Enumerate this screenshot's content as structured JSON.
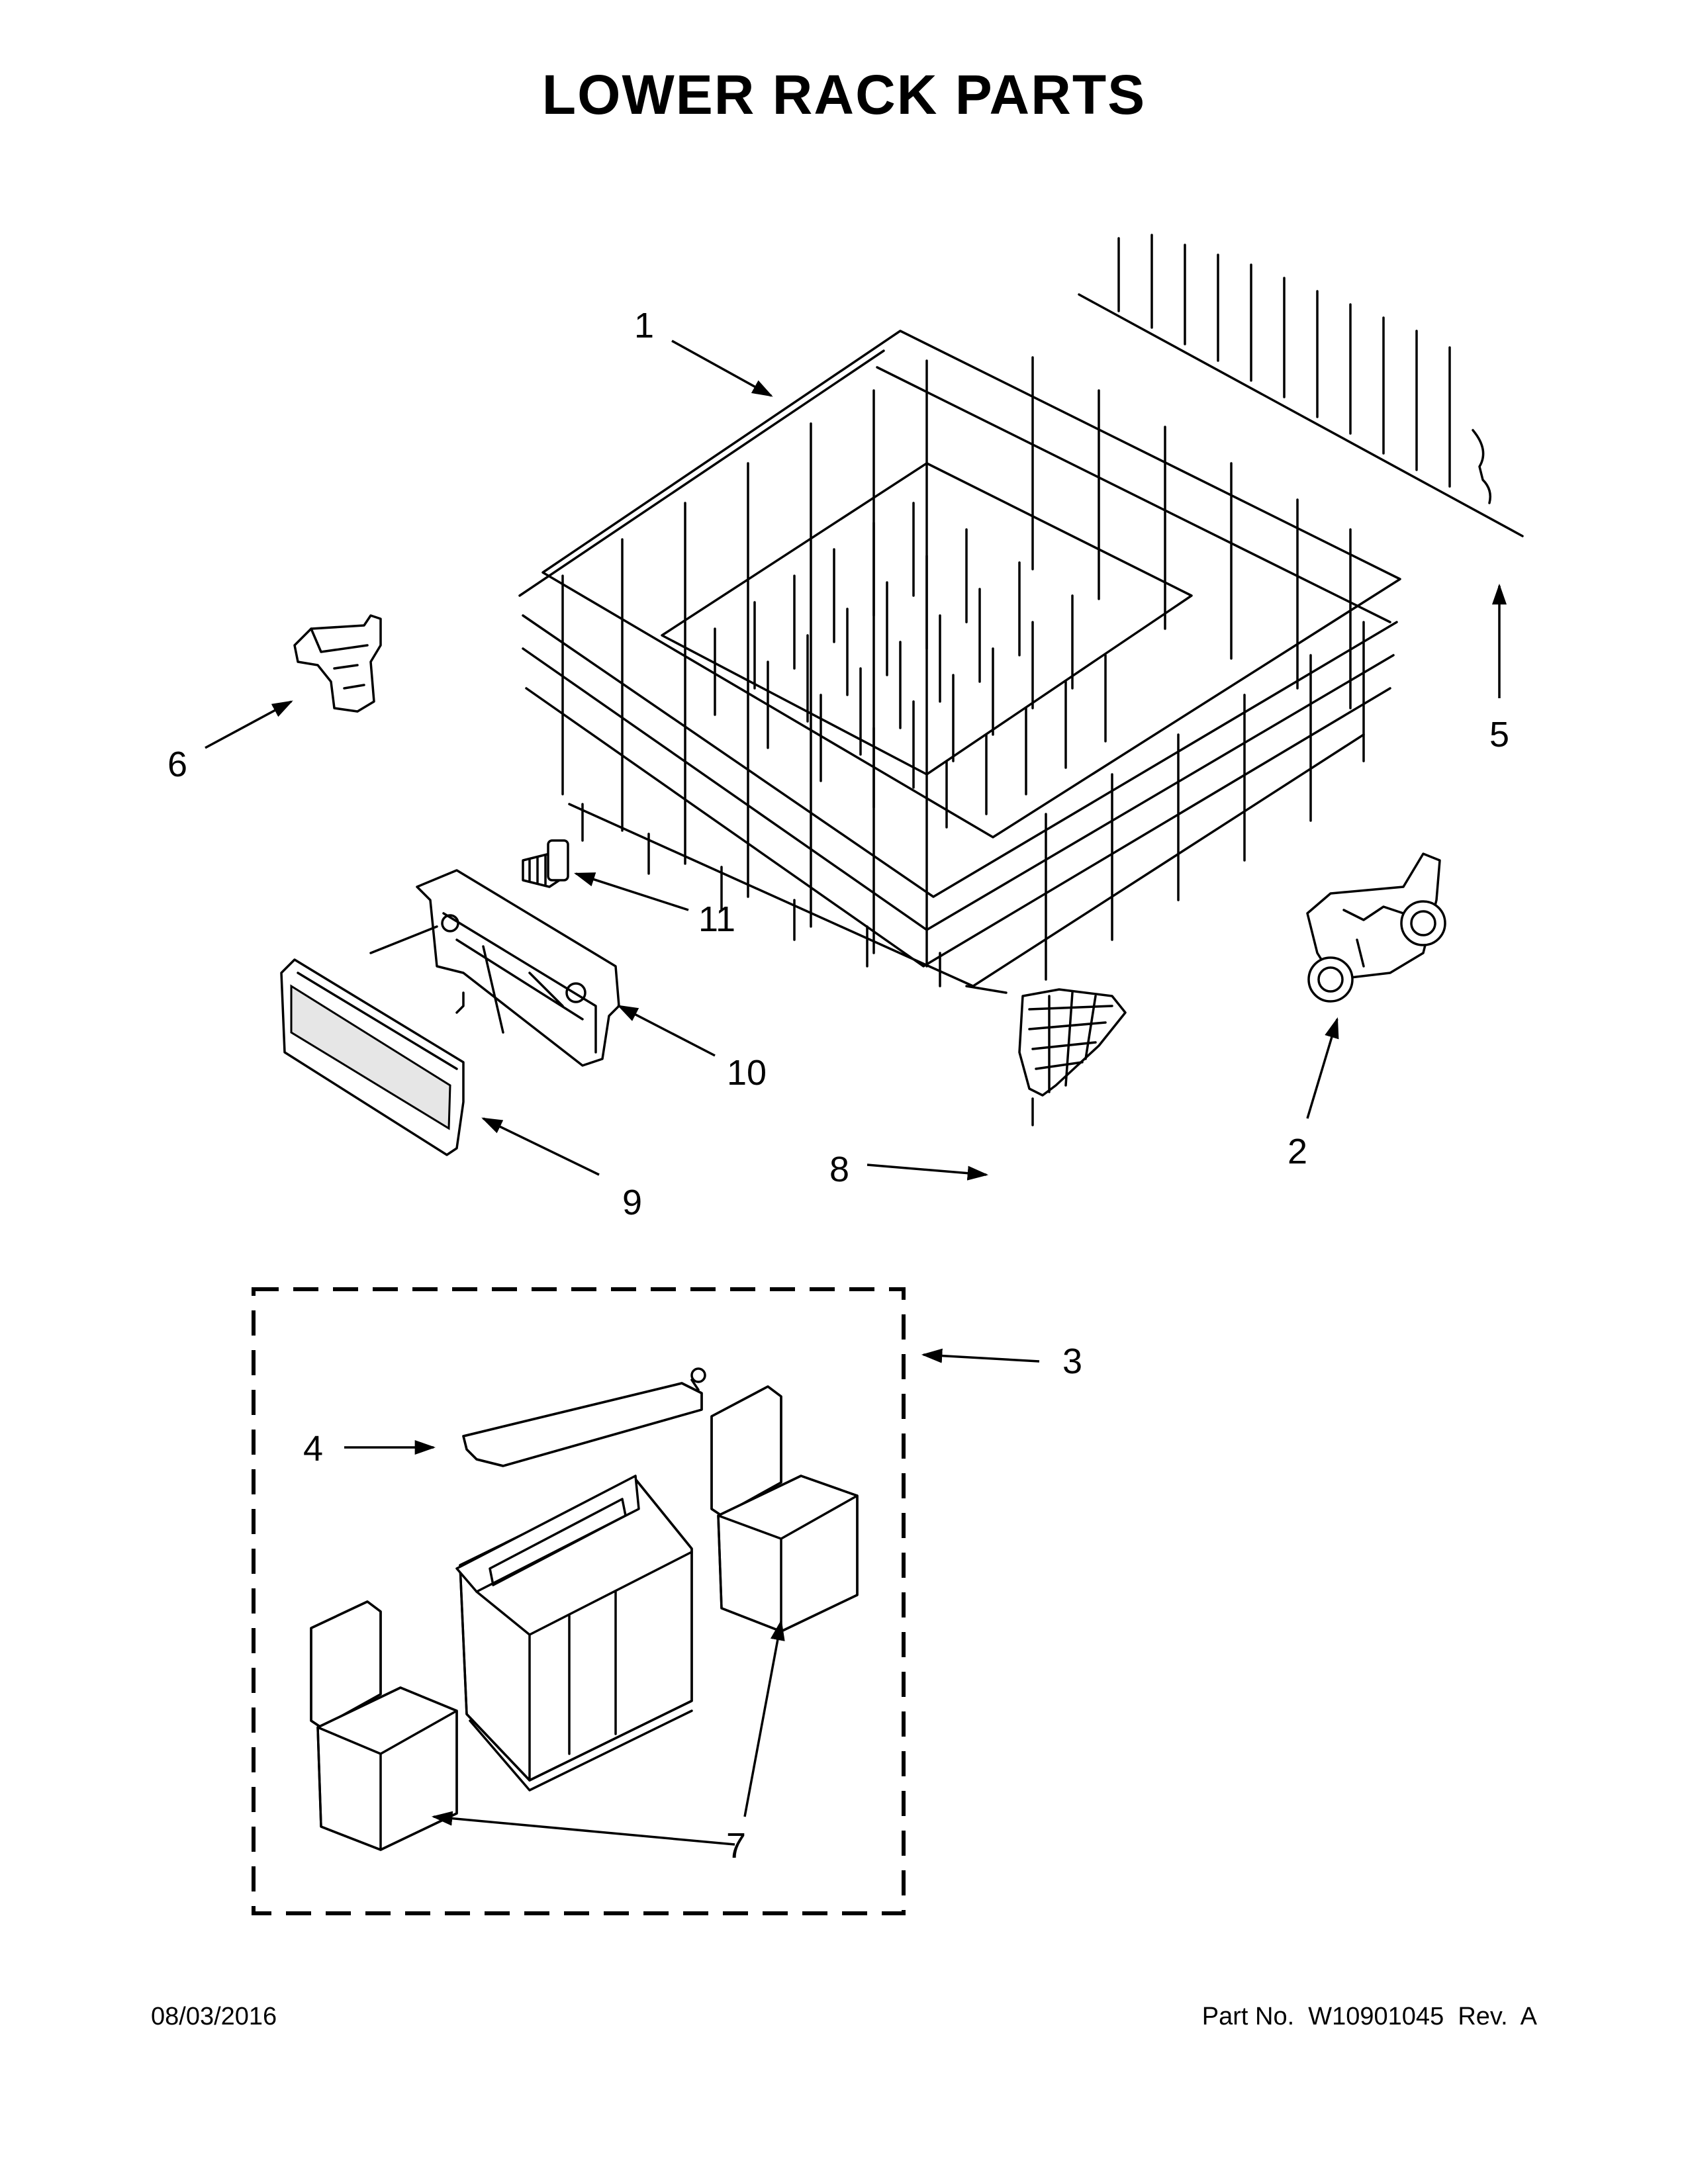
{
  "title": "LOWER RACK PARTS",
  "callouts": [
    "1",
    "2",
    "3",
    "4",
    "5",
    "6",
    "7",
    "8",
    "9",
    "10",
    "11"
  ],
  "footer": {
    "date": "08/03/2016",
    "part_no": "Part No.  W10901045  Rev.  A"
  }
}
